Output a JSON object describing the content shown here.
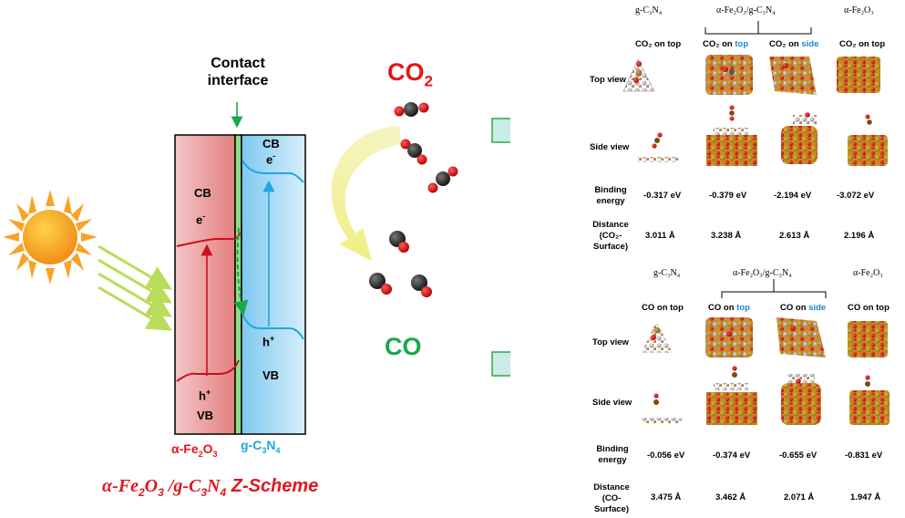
{
  "scheme": {
    "contact_interface": "Contact interface",
    "cb_left": "CB",
    "e_left": "e",
    "e_sup": "-",
    "h_left": "h",
    "h_sup": "+",
    "vb_left": "VB",
    "cb_right": "CB",
    "e_right": "e",
    "h_right": "h",
    "vb_right": "VB",
    "fe_label_alpha": "α",
    "fe_label": "-Fe",
    "fe_sub1": "2",
    "fe_o": "O",
    "fe_sub2": "3",
    "gc_label": "g-C",
    "gc_sub1": "3",
    "gc_n": "N",
    "gc_sub2": "4",
    "co2": "CO",
    "co2_sub": "2",
    "co": "CO",
    "title_part1": "α-Fe",
    "title_sub1": "2",
    "title_part2": "O",
    "title_sub2": "3",
    "title_part3": " /g-C",
    "title_sub3": "3",
    "title_part4": "N",
    "title_sub4": "4",
    "title_part5": "  Z-Scheme"
  },
  "colors": {
    "fe_band": "#e89a9a",
    "gc_band": "#8fd0f4",
    "red": "#e0161e",
    "blue": "#1ea7e0",
    "green": "#18a84a",
    "sun": "#f7a325",
    "arrow_fill": "#c9ece6"
  },
  "table_co2": {
    "col_headers": [
      "g-C₃N₄",
      "α-Fe₂O₃/g-C₃N₄",
      "α-Fe₂O₃"
    ],
    "sub_headers": [
      {
        "pre": "CO₂ on top",
        "hl": ""
      },
      {
        "pre": "CO₂ on ",
        "hl": "top"
      },
      {
        "pre": "CO₂ on ",
        "hl": "side"
      },
      {
        "pre": "CO₂ on top",
        "hl": ""
      }
    ],
    "row_labels": [
      "Top view",
      "Side view",
      "Binding energy",
      "Distance (CO₂-Surface)"
    ],
    "binding": [
      "-0.317 eV",
      "-0.379 eV",
      "-2.194 eV",
      "-3.072 eV"
    ],
    "distance": [
      "3.011 Å",
      "3.238 Å",
      "2.613 Å",
      "2.196 Å"
    ]
  },
  "table_co": {
    "col_headers": [
      "g-C₃N₄",
      "α-Fe₂O₃/g-C₃N₄",
      "α-Fe₂O₃"
    ],
    "sub_headers": [
      {
        "pre": "CO on top",
        "hl": ""
      },
      {
        "pre": "CO on ",
        "hl": "top"
      },
      {
        "pre": "CO on ",
        "hl": "side"
      },
      {
        "pre": "CO on top",
        "hl": ""
      }
    ],
    "row_labels": [
      "Top view",
      "Side view",
      "Binding energy",
      "Distance (CO-Surface)"
    ],
    "binding": [
      "-0.056 eV",
      "-0.374 eV",
      "-0.655 eV",
      "-0.831 eV"
    ],
    "distance": [
      "3.475 Å",
      "3.462 Å",
      "2.071 Å",
      "1.947 Å"
    ]
  }
}
